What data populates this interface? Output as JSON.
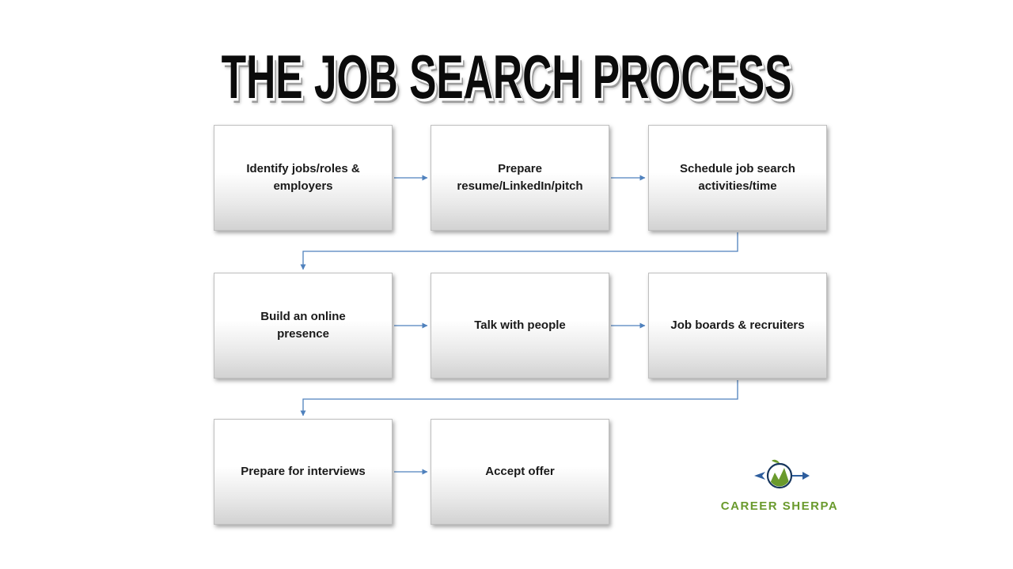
{
  "title": "THE JOB SEARCH PROCESS",
  "flow": {
    "boxes": [
      {
        "label": "Identify jobs/roles & employers"
      },
      {
        "label": "Prepare resume/LinkedIn/pitch"
      },
      {
        "label": "Schedule job search activities/time"
      },
      {
        "label": "Build an online presence"
      },
      {
        "label": "Talk with people"
      },
      {
        "label": "Job boards & recruiters"
      },
      {
        "label": "Prepare for interviews"
      },
      {
        "label": "Accept offer"
      }
    ]
  },
  "logo": {
    "brand": "CAREER SHERPA"
  },
  "colors": {
    "connector": "#4f81bd",
    "brand_green": "#6a9a2d",
    "brand_navy": "#17365d",
    "box_border": "#bfbfbf"
  }
}
